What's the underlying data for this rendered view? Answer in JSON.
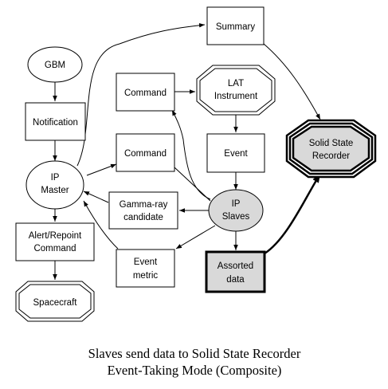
{
  "nodes": {
    "summary": "Summary",
    "gbm": "GBM",
    "command_top": "Command",
    "lat_line1": "LAT",
    "lat_line2": "Instrument",
    "notification": "Notification",
    "ssr_line1": "Solid State",
    "ssr_line2": "Recorder",
    "command_mid": "Command",
    "event": "Event",
    "ipmaster_line1": "IP",
    "ipmaster_line2": "Master",
    "gamma_line1": "Gamma-ray",
    "gamma_line2": "candidate",
    "ipslaves_line1": "IP",
    "ipslaves_line2": "Slaves",
    "alert_line1": "Alert/Repoint",
    "alert_line2": "Command",
    "eventmetric_line1": "Event",
    "eventmetric_line2": "metric",
    "assorted_line1": "Assorted",
    "assorted_line2": "data",
    "spacecraft": "Spacecraft"
  },
  "caption": {
    "line1": "Slaves send data to Solid State Recorder",
    "line2": "Event-Taking Mode (Composite)"
  }
}
